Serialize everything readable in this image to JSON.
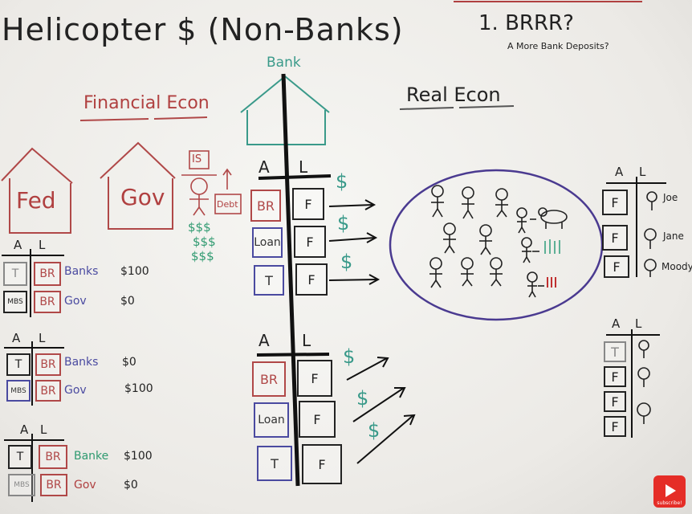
{
  "title": "Helicopter $ (Non-Banks)",
  "question": {
    "main": "1. BRRR?",
    "sub": "A More Bank Deposits?"
  },
  "sections": {
    "financial": "Financial Econ",
    "real": "Real Econ",
    "bank": "Bank"
  },
  "houses": {
    "fed": "Fed",
    "gov": "Gov"
  },
  "is_debt": {
    "is": "IS",
    "debt": "Debt",
    "dollars": "$$$"
  },
  "ledger": {
    "a": "A",
    "l": "L",
    "dollar": "$"
  },
  "fed_ledgers": [
    {
      "rows": [
        {
          "asset": "T",
          "liab": "BR",
          "name": "Banks",
          "amount": "$100"
        },
        {
          "asset": "MBS",
          "liab": "BR",
          "name": "Gov",
          "amount": "$0"
        }
      ]
    },
    {
      "rows": [
        {
          "asset": "T",
          "liab": "BR",
          "name": "Banks",
          "amount": "$0"
        },
        {
          "asset": "MBS",
          "liab": "BR",
          "name": "Gov",
          "amount": "$100"
        }
      ]
    },
    {
      "rows": [
        {
          "asset": "T",
          "liab": "BR",
          "name": "Banke",
          "amount": "$100"
        },
        {
          "asset": "MBS",
          "liab": "BR",
          "name": "Gov",
          "amount": "$0"
        }
      ]
    }
  ],
  "bank_ledgers": [
    {
      "rows": [
        {
          "asset": "BR",
          "liab": "F"
        },
        {
          "asset": "Loan",
          "liab": "F"
        },
        {
          "asset": "T",
          "liab": "F"
        }
      ]
    },
    {
      "rows": [
        {
          "asset": "BR",
          "liab": "F"
        },
        {
          "asset": "Loan",
          "liab": "F"
        },
        {
          "asset": "T",
          "liab": "F"
        }
      ]
    }
  ],
  "people": {
    "joe": "Joe",
    "jane": "Jane",
    "moody": "Moody"
  },
  "people_ledger": {
    "assets": [
      "F",
      "F",
      "F"
    ]
  },
  "people_ledger2": {
    "assets": [
      "T",
      "F",
      "F",
      "F"
    ]
  },
  "youtube": {
    "label": "subscribe!"
  }
}
